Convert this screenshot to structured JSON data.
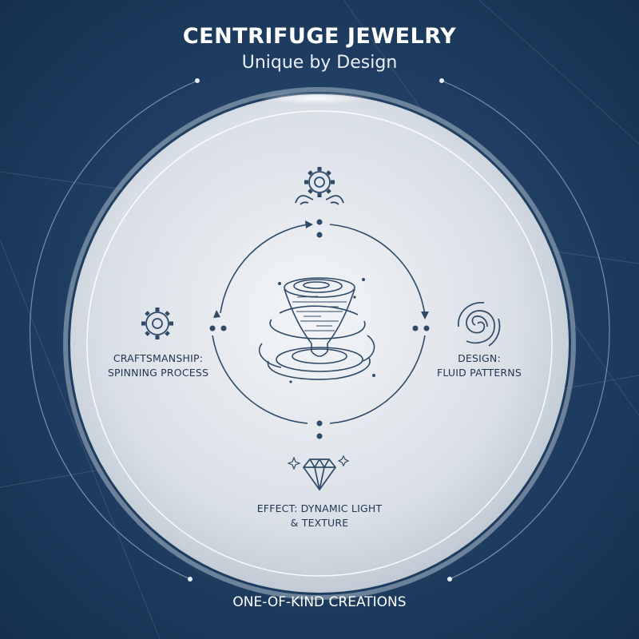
{
  "header": {
    "title": "CENTRIFUGE JEWELRY",
    "subtitle": "Unique by Design"
  },
  "nodes": {
    "craftsmanship": {
      "line1": "CRAFTSMANSHIP:",
      "line2": "SPINNING PROCESS",
      "icon": "gear-icon"
    },
    "design": {
      "line1": "DESIGN:",
      "line2": "FLUID PATTERNS",
      "icon": "spiral-icon"
    },
    "effect": {
      "line1": "EFFECT: DYNAMIC LIGHT",
      "line2": "& TEXTURE",
      "icon": "diamond-icon"
    },
    "top": {
      "icon": "gear-hands-icon"
    },
    "center": {
      "icon": "vortex-icon"
    }
  },
  "footer": {
    "text": "ONE-OF-KIND CREATIONS"
  },
  "colors": {
    "background": "#1d3a5c",
    "disc": "#dde3ea",
    "ink": "#2e4a66",
    "text": "#1f3550"
  }
}
